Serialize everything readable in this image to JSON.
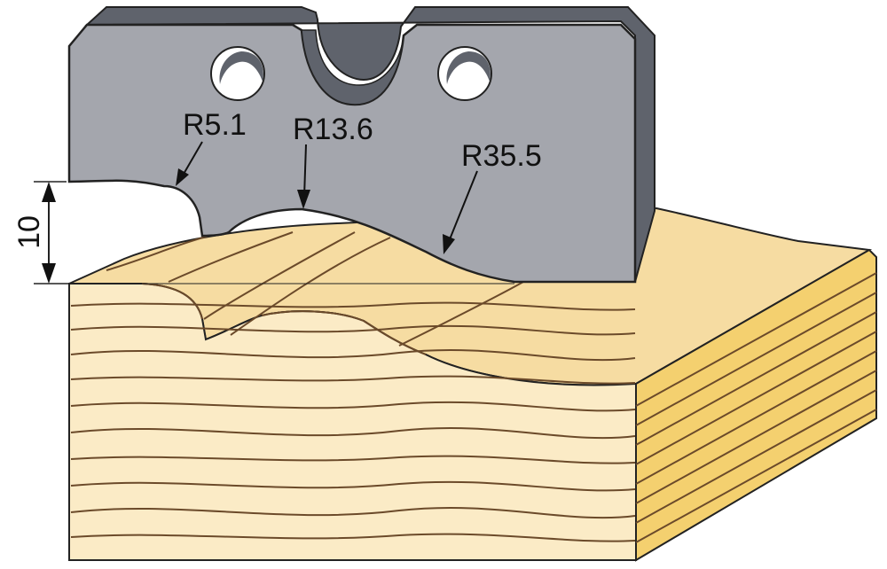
{
  "colors": {
    "knife_face": "#a4a6ad",
    "knife_edge": "#5f636c",
    "wood_top": "#f6dca2",
    "wood_front": "#fbebc6",
    "wood_side": "#f4d06f",
    "wood_grain": "#6b4a2a",
    "outline": "#222222"
  },
  "annotations": {
    "radius_small": "R5.1",
    "radius_medium": "R13.6",
    "radius_large": "R35.5",
    "depth": "10"
  }
}
